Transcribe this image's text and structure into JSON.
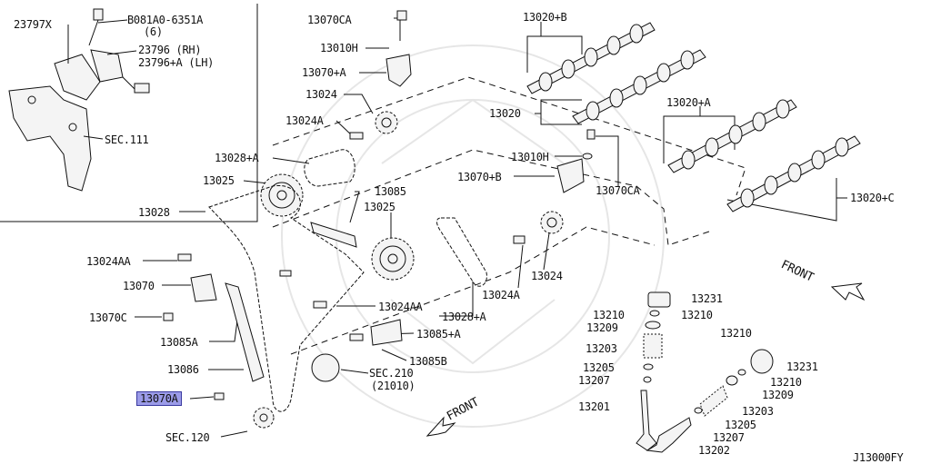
{
  "diagram_id": "J13000FY",
  "highlight_color": "#9b9be8",
  "labels": {
    "p23797x": "23797X",
    "p081a0": "B081A0-6351A",
    "p081a0_qty": "(6)",
    "p23796": "23796    (RH)",
    "p23796a": "23796+A (LH)",
    "sec111": "SEC.111",
    "p13070ca_top": "13070CA",
    "p13010h_top": "13010H",
    "p13070a_top": "13070+A",
    "p13024_top": "13024",
    "p13024a_top": "13024A",
    "p13028a_top": "13028+A",
    "p13025_left": "13025",
    "p13085": "13085",
    "p13025_mid": "13025",
    "p13028": "13028",
    "p13024aa_left": "13024AA",
    "p13070": "13070",
    "p13070c": "13070C",
    "p13085a": "13085A",
    "p13086": "13086",
    "p13070a_sel": "13070A",
    "sec120": "SEC.120",
    "p13024aa_mid": "13024AA",
    "p13085a_plus": "13085+A",
    "p13085b": "13085B",
    "sec210": "SEC.210",
    "sec210_sub": "(21010)",
    "p13028a_mid": "13028+A",
    "p13024a_mid": "13024A",
    "p13024_right": "13024",
    "p13020b": "13020+B",
    "p13020": "13020",
    "p13010h_mid": "13010H",
    "p13070b": "13070+B",
    "p13070ca_mid": "13070CA",
    "p13020a": "13020+A",
    "p13020c": "13020+C",
    "front_right": "FRONT",
    "front_left": "FRONT",
    "v13231": "13231",
    "v13210a": "13210",
    "v13210b": "13210",
    "v13209": "13209",
    "v13203": "13203",
    "v13205": "13205",
    "v13207": "13207",
    "v13201": "13201",
    "r13210": "13210",
    "r13231": "13231",
    "r13210b": "13210",
    "r13209": "13209",
    "r13203": "13203",
    "r13205": "13205",
    "r13207": "13207",
    "r13202": "13202"
  }
}
